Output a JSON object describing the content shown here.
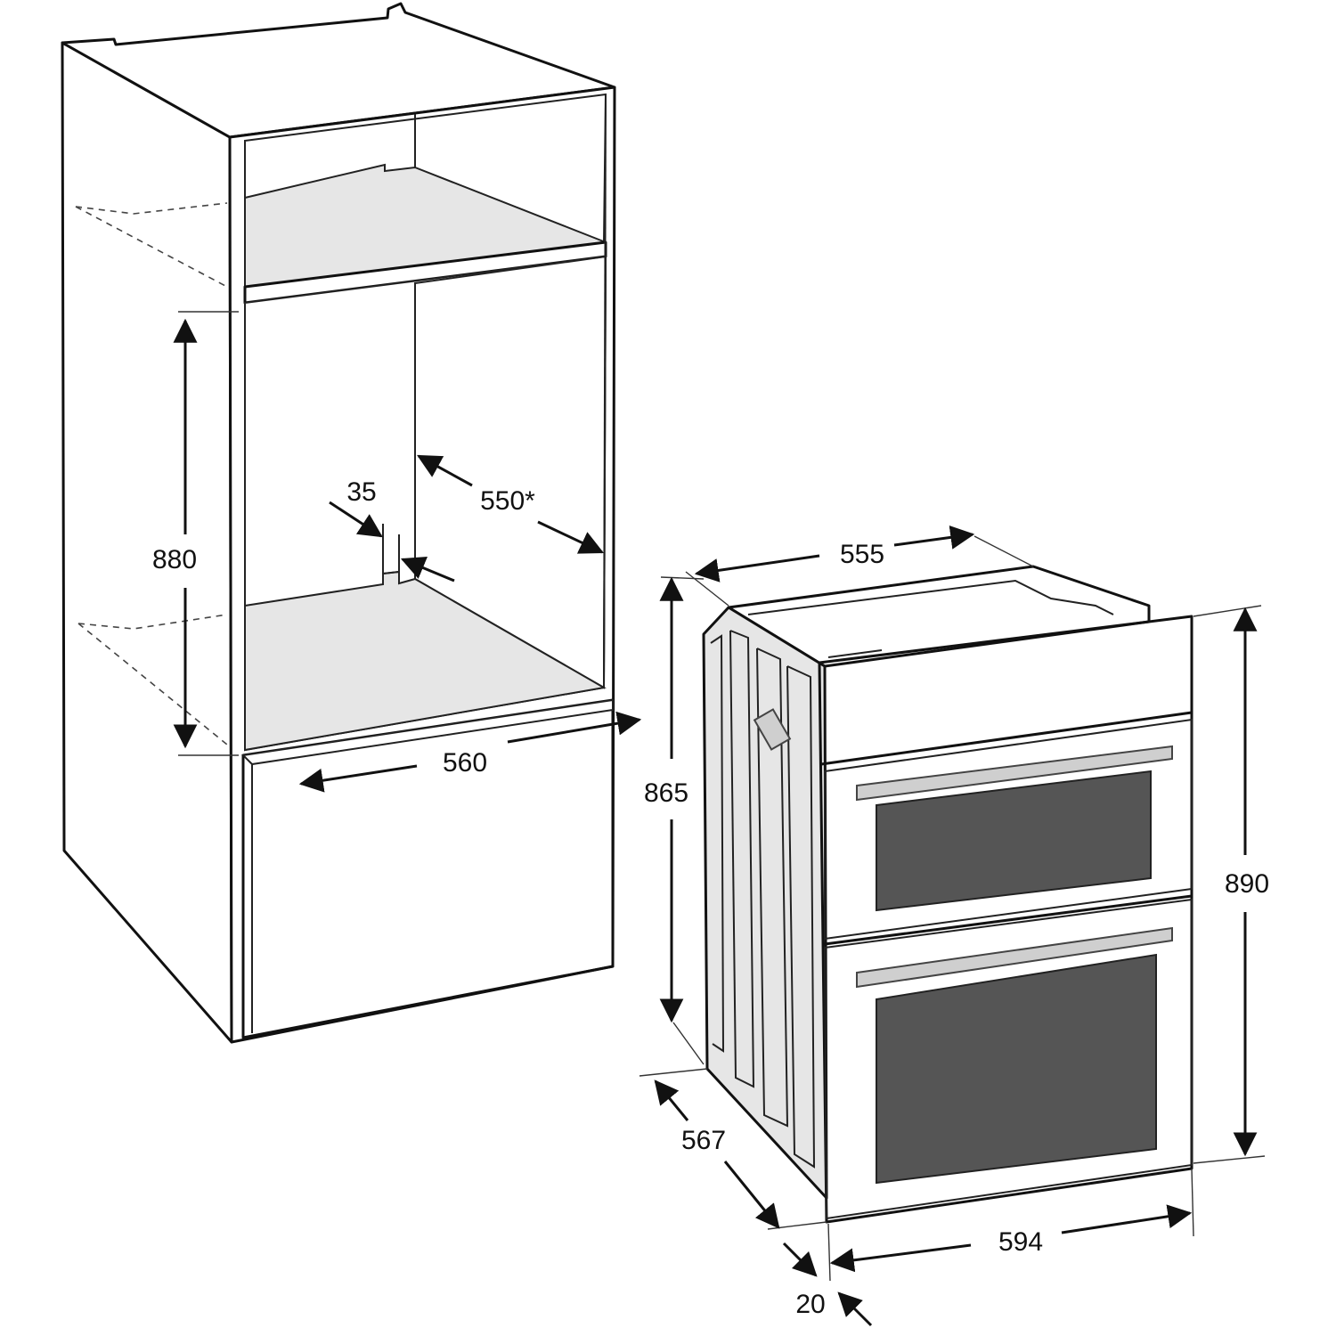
{
  "diagram": {
    "cabinet": {
      "dimensions": {
        "opening_height": "880",
        "depth_star": "550*",
        "rear_gap": "35",
        "width": "560"
      }
    },
    "oven": {
      "dimensions": {
        "top_depth": "555",
        "body_height": "865",
        "front_height": "890",
        "side_depth": "567",
        "front_width": "594",
        "front_thickness": "20"
      }
    }
  }
}
